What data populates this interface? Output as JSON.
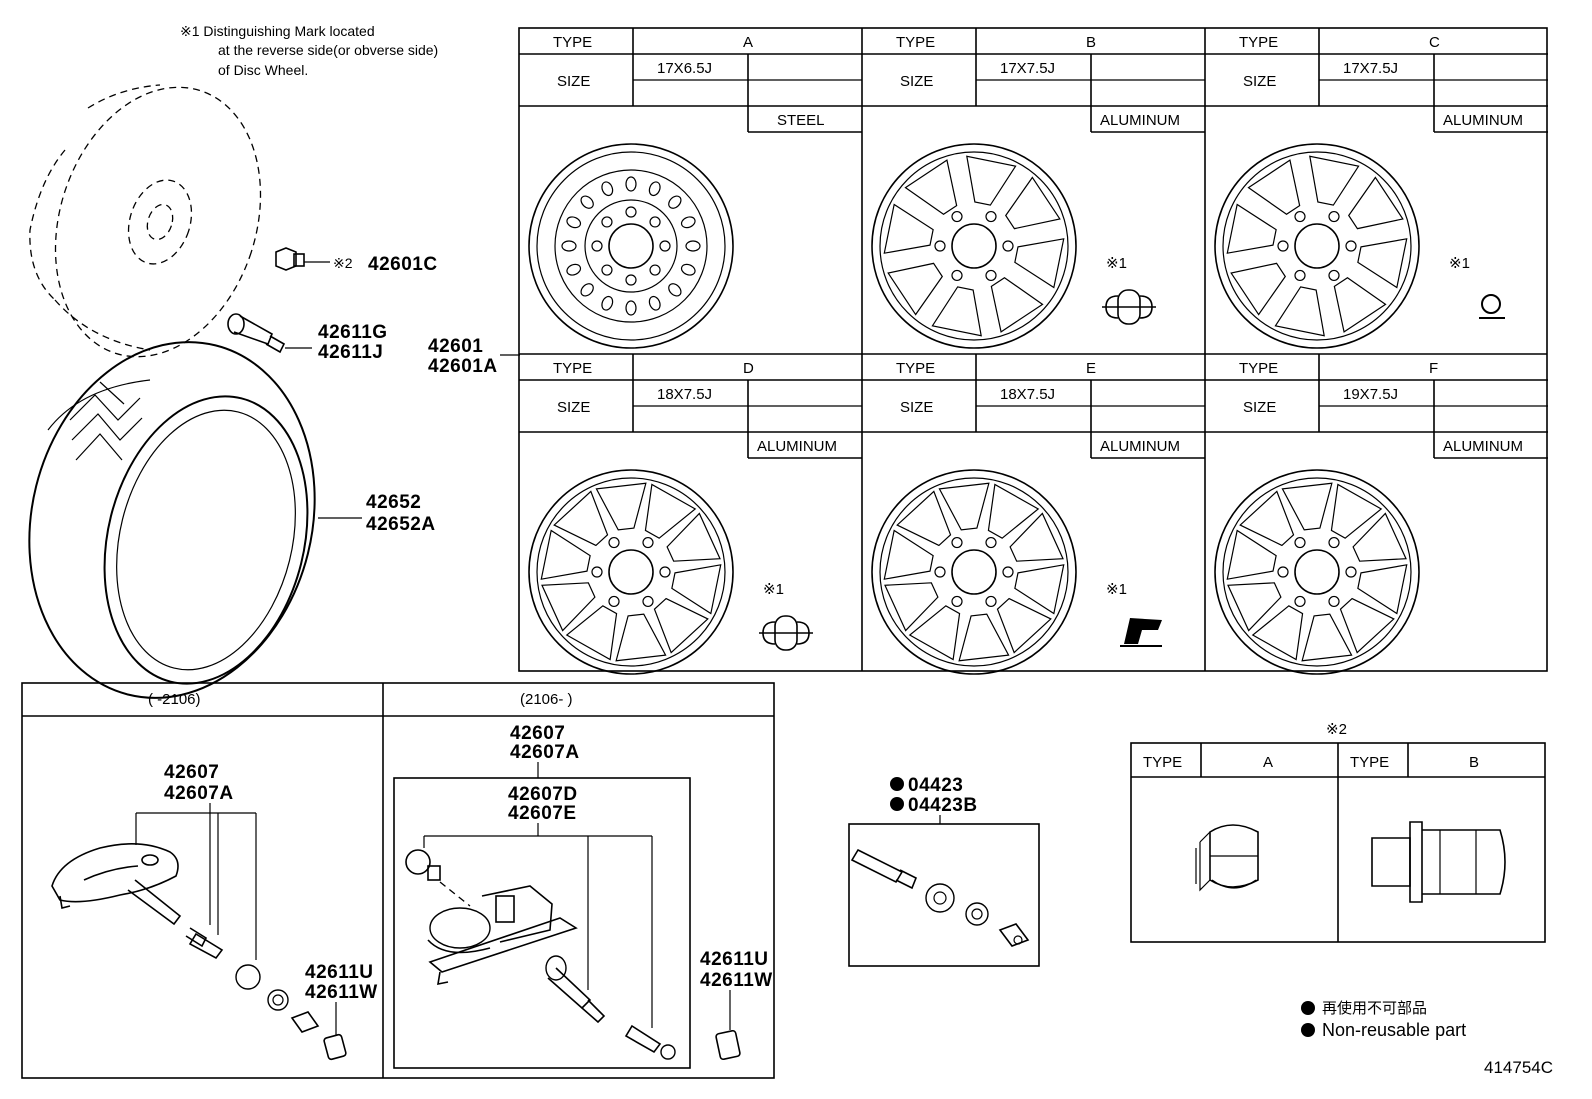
{
  "notes": {
    "mark1_line1": "※1 Distinguishing Mark located",
    "mark1_line2": "at the reverse side(or obverse side)",
    "mark1_line3": "of Disc Wheel.",
    "mark1_symbol": "※1",
    "mark2_symbol": "※2",
    "mark2_small": "※2"
  },
  "parts": {
    "lug_nut": "42601C",
    "valve_1": "42611G",
    "valve_2": "42611J",
    "wheel_1": "42601",
    "wheel_2": "42601A",
    "tire_1": "42652",
    "tire_2": "42652A",
    "sensor_old_1": "42607",
    "sensor_old_2": "42607A",
    "sensor_new_1": "42607",
    "sensor_new_2": "42607A",
    "sensor_new_sub_1": "42607D",
    "sensor_new_sub_2": "42607E",
    "cap_old_1": "42611U",
    "cap_old_2": "42611W",
    "cap_new_1": "42611U",
    "cap_new_2": "42611W",
    "kit_1": "04423",
    "kit_2": "04423B"
  },
  "wheel_table": {
    "type_label": "TYPE",
    "size_label": "SIZE",
    "cells": [
      {
        "type": "A",
        "size": "17X6.5J",
        "material": "STEEL"
      },
      {
        "type": "B",
        "size": "17X7.5J",
        "material": "ALUMINUM"
      },
      {
        "type": "C",
        "size": "17X7.5J",
        "material": "ALUMINUM"
      },
      {
        "type": "D",
        "size": "18X7.5J",
        "material": "ALUMINUM"
      },
      {
        "type": "E",
        "size": "18X7.5J",
        "material": "ALUMINUM"
      },
      {
        "type": "F",
        "size": "19X7.5J",
        "material": "ALUMINUM"
      }
    ]
  },
  "sensor_panels": {
    "left_header": "(      -2106)",
    "right_header": "(2106-      )"
  },
  "nut_table": {
    "type_label": "TYPE",
    "type_a": "A",
    "type_b": "B"
  },
  "legend": {
    "jp": "再使用不可部品",
    "en": "Non-reusable part"
  },
  "figure_id": "414754C"
}
